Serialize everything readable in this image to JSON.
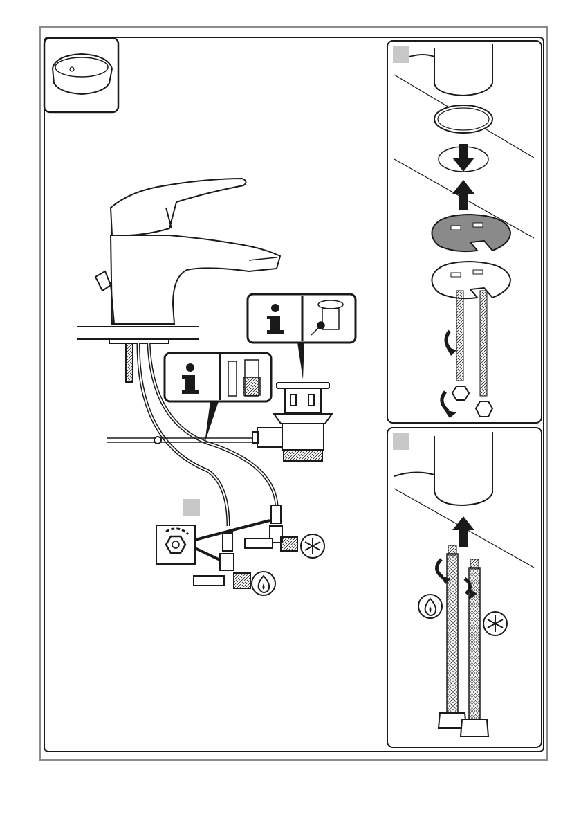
{
  "colors": {
    "frame": "#8c8c8c",
    "line": "#1a1a1a",
    "step_marker": "#c8c8c8",
    "washer": "#8a8a8a"
  },
  "icons": [
    "washbasin-icon",
    "info-icon",
    "waste-valve-icon",
    "hose-connector-icon",
    "wrench-nut-icon",
    "cold-water-icon",
    "hot-water-icon",
    "arrow-down-icon",
    "arrow-up-icon",
    "rotate-arrow-icon"
  ],
  "panels": {
    "main": {
      "step_markers": 1
    },
    "top_right": {
      "step_markers": 1
    },
    "bottom_right": {
      "step_markers": 1
    }
  }
}
